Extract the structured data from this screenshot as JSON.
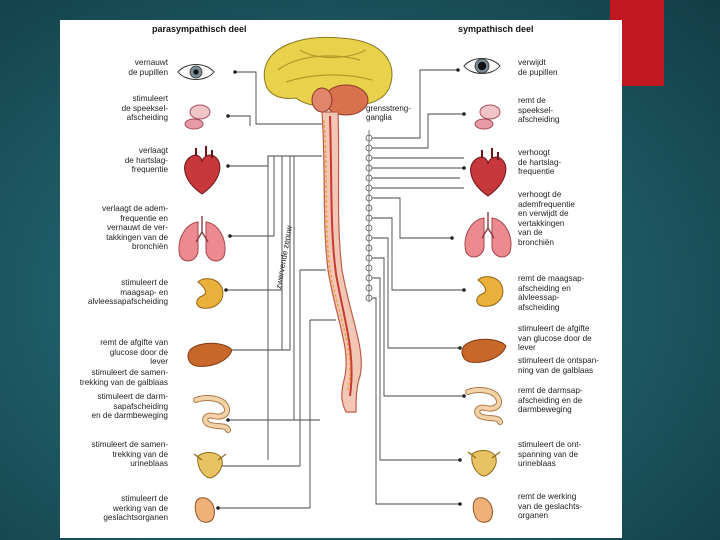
{
  "headers": {
    "left": "parasympathisch deel",
    "right": "sympathisch deel"
  },
  "ganglia_label": "grensstreng-\nganglia",
  "vagus_label": "zwervende zenuw",
  "left_labels": [
    "vernauwt\nde pupillen",
    "stimuleert\nde speeksel-\nafscheiding",
    "verlaagt\nde hartslag-\nfrequentie",
    "verlaagt de adem-\nfrequentie en\nvernauwt de ver-\ntakkingen van de\nbronchiën",
    "stimuleert de\nmaagsap- en\nalvleessapafscheiding",
    "remt de afgifte van\nglucose door de\nlever",
    "stimuleert de samen-\ntrekking van de galblaas",
    "stimuleert de darm-\nsapafscheiding\nen de darmbeweging",
    "stimuleert de samen-\ntrekking van de\nurineblaas",
    "stimuleert de\nwerking van de\ngeslachtsorganen"
  ],
  "right_labels": [
    "verwijdt\nde pupillen",
    "remt de\nspeeksel-\nafscheiding",
    "verhoogt\nde hartslag-\nfrequentie",
    "verhoogt de\nademfrequentie\nen verwijdt de\nvertakkingen\nvan de\nbronchiën",
    "remt de maagsap-\nafscheiding en\nalvleessap-\nafscheiding",
    "stimuleert de afgifte\nvan glucose door de\nlever",
    "stimuleert de ontspan-\nning van de galblaas",
    "remt de darmsap-\nafscheiding en de\ndarmbeweging",
    "stimuleert de ont-\nspanning van de\nurineblaas",
    "remt de werking\nvan de geslachts-\norganen"
  ],
  "organs": [
    "eye-icon",
    "salivary-gland-icon",
    "heart-icon",
    "lungs-icon",
    "stomach-icon",
    "liver-icon",
    "intestine-icon",
    "bladder-icon",
    "genital-icon"
  ]
}
